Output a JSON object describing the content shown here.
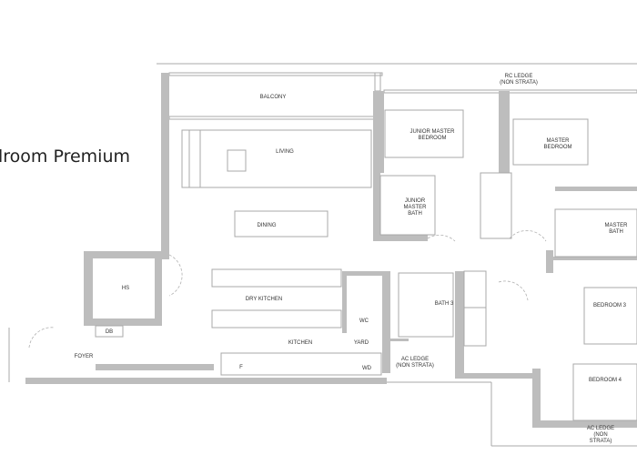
{
  "title": "lroom Premium",
  "colors": {
    "wall": "#bdbdbd",
    "line": "#a8a8a8",
    "text": "#333333"
  },
  "rooms": {
    "balcony": "BALCONY",
    "living": "LIVING",
    "dining": "DINING",
    "junior_master_bedroom": [
      "JUNIOR MASTER",
      "BEDROOM"
    ],
    "master_bedroom": [
      "MASTER",
      "BEDROOM"
    ],
    "junior_master_bath": [
      "JUNIOR",
      "MASTER",
      "BATH"
    ],
    "master_bath": [
      "MASTER",
      "BATH"
    ],
    "rc_ledge": [
      "RC LEDGE",
      "(NON STRATA)"
    ],
    "hs": "HS",
    "db": "DB",
    "foyer": "FOYER",
    "dry_kitchen": "DRY KITCHEN",
    "kitchen": "KITCHEN",
    "wc": "WC",
    "yard": "YARD",
    "fridge": "F",
    "wd": "WD",
    "bath3": "BATH 3",
    "ac_ledge_1": [
      "AC LEDGE",
      "(NON STRATA)"
    ],
    "bedroom3": "BEDROOM 3",
    "bedroom4": "BEDROOM 4",
    "ac_ledge_2": [
      "AC LEDGE",
      "(NON",
      "STRATA)"
    ]
  }
}
